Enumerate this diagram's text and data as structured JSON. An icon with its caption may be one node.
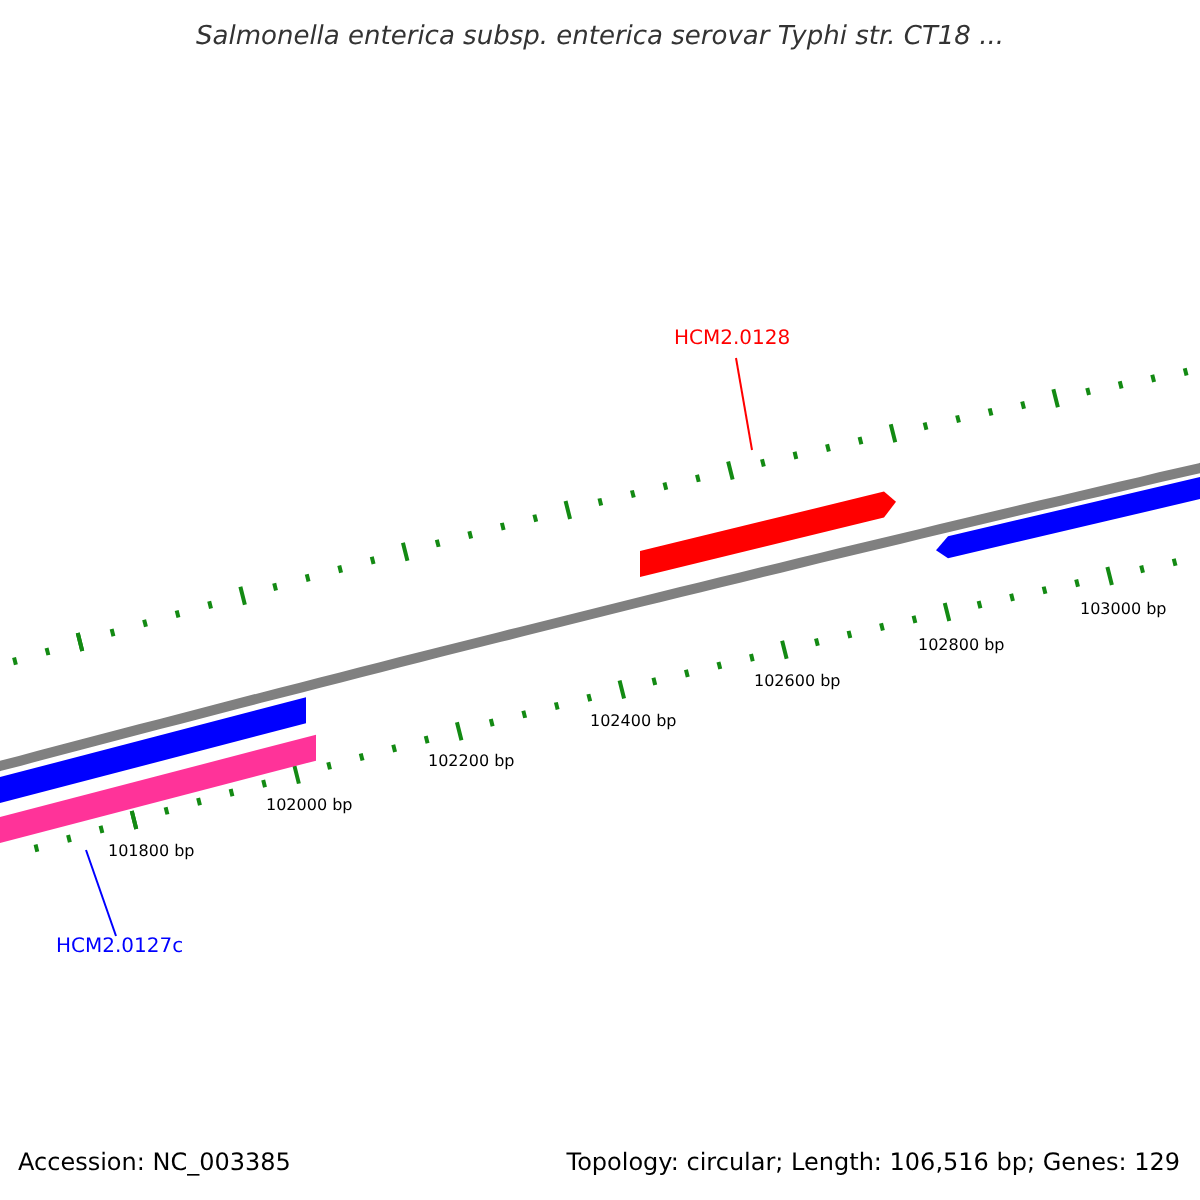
{
  "diagram": {
    "title": "Salmonella enterica subsp. enterica serovar Typhi str. CT18 ...",
    "nodes": [
      {
        "text": [
          "HCM2.0128"
        ]
      },
      {
        "text": [
          "HCM2.0127c"
        ]
      },
      {
        "text": [],
        "shape": "bar"
      },
      {
        "text": [],
        "shape": "bar"
      },
      {
        "text": [],
        "shape": "bar"
      },
      {
        "text": [],
        "shape": "bar"
      }
    ],
    "edges": [
      {
        "from": 0,
        "to": null,
        "arrow": "none",
        "color": "#ff0000"
      },
      {
        "from": 1,
        "to": null,
        "arrow": "none",
        "color": "#0000ff"
      }
    ],
    "labels": [
      "101800 bp",
      "102000 bp",
      "102200 bp",
      "102400 bp",
      "102600 bp",
      "102800 bp",
      "103000 bp",
      "Accession: NC_003385",
      "Topology: circular; Length: 106,516 bp; Genes: 129"
    ]
  }
}
